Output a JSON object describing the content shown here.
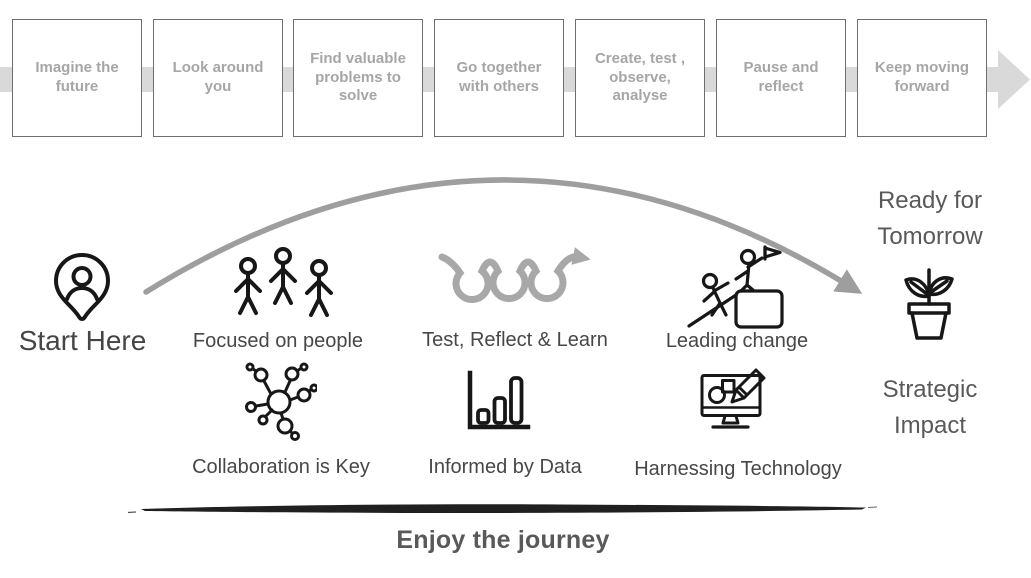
{
  "flow": {
    "steps": [
      "Imagine the future",
      "Look around you",
      "Find valuable problems to solve",
      "Go together with others",
      "Create, test , observe, analyse",
      "Pause and reflect",
      "Keep moving forward"
    ],
    "arrow_icon": "flow-arrowhead-icon"
  },
  "journey": {
    "start": {
      "label": "Start Here",
      "icon": "person-pin-icon"
    },
    "top_row": [
      {
        "label": "Focused on people",
        "icon": "people-group-icon"
      },
      {
        "label": "Test, Reflect & Learn",
        "icon": "spiral-arrow-icon"
      },
      {
        "label": "Leading change",
        "icon": "climbing-change-icon"
      }
    ],
    "bottom_row": [
      {
        "label": "Collaboration is Key",
        "icon": "network-icon"
      },
      {
        "label": "Informed by Data",
        "icon": "bar-chart-icon"
      },
      {
        "label": "Harnessing Technology",
        "icon": "monitor-pencil-icon"
      }
    ],
    "destination": {
      "top_label": "Ready for Tomorrow",
      "bottom_label": "Strategic Impact",
      "icon": "plant-pot-icon"
    }
  },
  "footer": {
    "caption": "Enjoy the journey"
  },
  "colors": {
    "flow_band": "#d9d9d9",
    "flow_text": "#a6a6a6",
    "box_border": "#6e6e6e",
    "arc": "#9e9e9e",
    "spiral": "#a8a8a8",
    "label": "#474747",
    "muted_label": "#595959",
    "icon_stroke": "#171717",
    "brush_line": "#202020"
  }
}
